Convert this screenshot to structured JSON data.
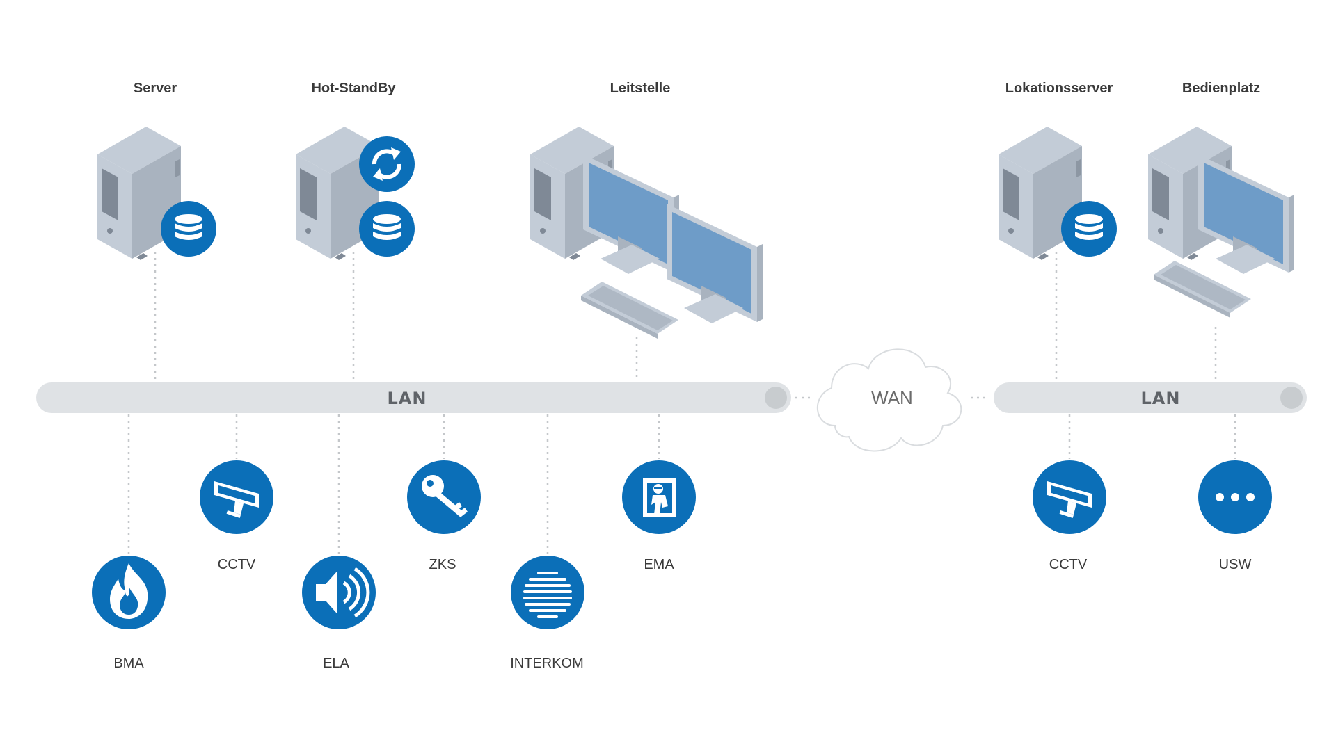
{
  "nodes_top": {
    "server": "Server",
    "hot_standby": "Hot-StandBy",
    "leitstelle": "Leitstelle",
    "lokationsserver": "Lokationsserver",
    "bedienplatz": "Bedienplatz"
  },
  "networks": {
    "lan_main": "LAN",
    "wan": "WAN",
    "lan_remote": "LAN"
  },
  "devices": {
    "bma": "BMA",
    "cctv": "CCTV",
    "ela": "ELA",
    "zks": "ZKS",
    "interkom": "INTERKOM",
    "ema": "EMA",
    "cctv_remote": "CCTV",
    "usw": "USW"
  },
  "colors": {
    "accent_blue": "#0b6fb8",
    "bus_gray": "#dfe2e5",
    "hardware_gray": "#a9b3bf",
    "screen_blue": "#6e9cc8"
  },
  "icons": {
    "server_badge": "database-icon",
    "hot_standby_badges": [
      "sync-icon",
      "database-icon"
    ],
    "bma": "fire-icon",
    "cctv": "camera-icon",
    "ela": "speaker-icon",
    "zks": "key-icon",
    "interkom": "intercom-icon",
    "ema": "intruder-icon",
    "usw": "more-icon"
  }
}
